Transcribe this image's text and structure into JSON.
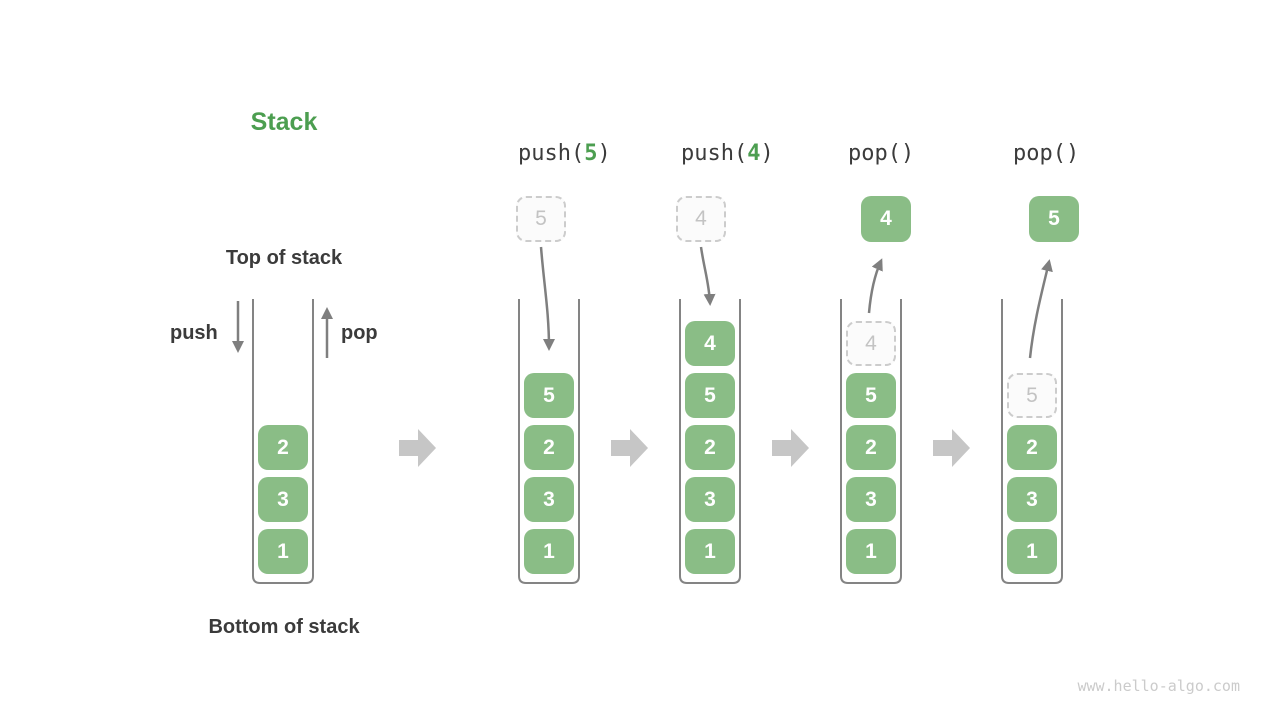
{
  "title": "Stack",
  "annotations": {
    "top_of_stack": "Top of stack",
    "bottom_of_stack": "Bottom of stack",
    "push_arrow_label": "push",
    "pop_arrow_label": "pop"
  },
  "operations": [
    {
      "fn": "push(",
      "arg": "5",
      "close": ")"
    },
    {
      "fn": "push(",
      "arg": "4",
      "close": ")"
    },
    {
      "fn": "pop(",
      "arg": "",
      "close": ")"
    },
    {
      "fn": "pop(",
      "arg": "",
      "close": ")"
    }
  ],
  "floating_boxes": [
    {
      "value": "5",
      "style": "dashed"
    },
    {
      "value": "4",
      "style": "dashed"
    },
    {
      "value": "4",
      "style": "solid"
    },
    {
      "value": "5",
      "style": "solid"
    }
  ],
  "stacks": [
    {
      "name": "initial",
      "cells": [
        {
          "value": "2",
          "style": "solid"
        },
        {
          "value": "3",
          "style": "solid"
        },
        {
          "value": "1",
          "style": "solid"
        }
      ]
    },
    {
      "name": "after-push-5",
      "cells": [
        {
          "value": "5",
          "style": "solid"
        },
        {
          "value": "2",
          "style": "solid"
        },
        {
          "value": "3",
          "style": "solid"
        },
        {
          "value": "1",
          "style": "solid"
        }
      ]
    },
    {
      "name": "after-push-4",
      "cells": [
        {
          "value": "4",
          "style": "solid"
        },
        {
          "value": "5",
          "style": "solid"
        },
        {
          "value": "2",
          "style": "solid"
        },
        {
          "value": "3",
          "style": "solid"
        },
        {
          "value": "1",
          "style": "solid"
        }
      ]
    },
    {
      "name": "after-pop-4",
      "cells": [
        {
          "value": "4",
          "style": "dashed"
        },
        {
          "value": "5",
          "style": "solid"
        },
        {
          "value": "2",
          "style": "solid"
        },
        {
          "value": "3",
          "style": "solid"
        },
        {
          "value": "1",
          "style": "solid"
        }
      ]
    },
    {
      "name": "after-pop-5",
      "cells": [
        {
          "value": "5",
          "style": "dashed"
        },
        {
          "value": "2",
          "style": "solid"
        },
        {
          "value": "3",
          "style": "solid"
        },
        {
          "value": "1",
          "style": "solid"
        }
      ]
    }
  ],
  "watermark": "www.hello-algo.com",
  "colors": {
    "box_green": "#8abd86",
    "accent_green": "#4c9e50",
    "text_dark": "#3b3b3b",
    "arrow_gray": "#7f7f7f",
    "container_gray": "#848484",
    "block_arrow_gray": "#c6c6c6",
    "dashed_border": "#cccccc",
    "dashed_text": "#c3c3c3",
    "watermark_gray": "#cbcbcb"
  }
}
